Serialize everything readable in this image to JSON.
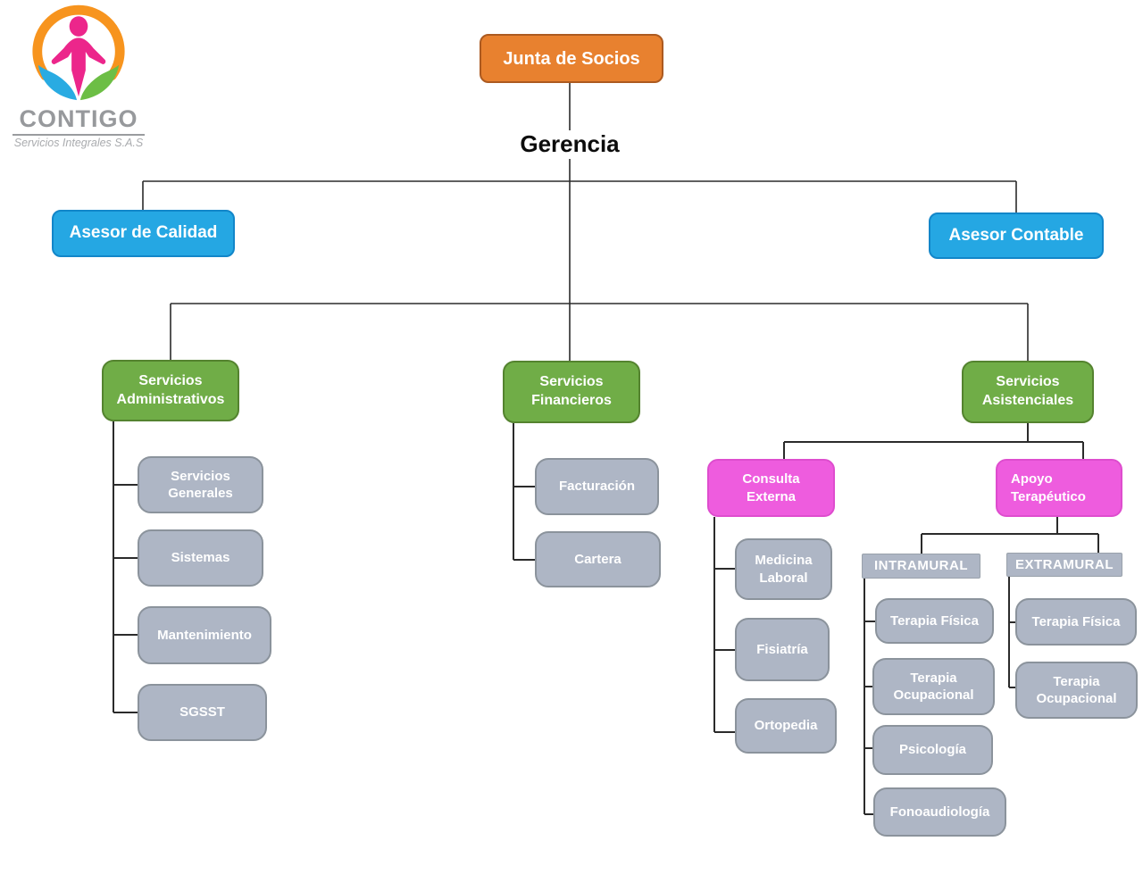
{
  "logo": {
    "name": "CONTIGO",
    "tagline": "Servicios Integrales S.A.S",
    "icon": "person-in-hands-logo",
    "colors": {
      "arc": "#F7941E",
      "person": "#EC268B",
      "hand_left": "#29ABE2",
      "hand_right": "#6CBE45",
      "name_text": "#97999C",
      "tagline_text": "#A9ABAE"
    }
  },
  "palette": {
    "orange_fill": "#E8812F",
    "orange_border": "#AC5A20",
    "blue_fill": "#25A7E3",
    "blue_border": "#1286C9",
    "green_fill": "#70AD47",
    "green_border": "#54832F",
    "gray_fill": "#AEB6C5",
    "gray_border": "#8B939C",
    "pink_fill": "#EE5CDE",
    "pink_border": "#DE4DCE",
    "connector_line": "#2B2B2B",
    "box_text": "#FFFFFF",
    "gerencia_text": "#0C0C0C"
  },
  "nodes": {
    "junta": "Junta de Socios",
    "gerencia": "Gerencia",
    "asesor_calidad": "Asesor de Calidad",
    "asesor_contable": "Asesor Contable",
    "serv_admin": "Servicios Administrativos",
    "serv_fin": "Servicios Financieros",
    "serv_asis": "Servicios Asistenciales",
    "serv_generales": "Servicios Generales",
    "sistemas": "Sistemas",
    "mantenimiento": "Mantenimiento",
    "sgsst": "SGSST",
    "facturacion": "Facturación",
    "cartera": "Cartera",
    "consulta_externa": "Consulta Externa",
    "apoyo_terapeutico": "Apoyo Terapéutico",
    "medicina_laboral": "Medicina Laboral",
    "fisiatria": "Fisiatría",
    "ortopedia": "Ortopedia",
    "intramural": "INTRAMURAL",
    "extramural": "EXTRAMURAL",
    "terapia_fisica_intra": "Terapia Física",
    "terapia_ocupacional_intra": "Terapia Ocupacional",
    "psicologia": "Psicología",
    "fonoaudiologia": "Fonoaudiología",
    "terapia_fisica_extra": "Terapia Física",
    "terapia_ocupacional_extra": "Terapia Ocupacional"
  },
  "structure": {
    "root": "Junta de Socios",
    "children": [
      {
        "name": "Gerencia",
        "advisors": [
          "Asesor de Calidad",
          "Asesor Contable"
        ],
        "children": [
          {
            "name": "Servicios Administrativos",
            "children": [
              "Servicios Generales",
              "Sistemas",
              "Mantenimiento",
              "SGSST"
            ]
          },
          {
            "name": "Servicios Financieros",
            "children": [
              "Facturación",
              "Cartera"
            ]
          },
          {
            "name": "Servicios Asistenciales",
            "children": [
              {
                "name": "Consulta Externa",
                "children": [
                  "Medicina Laboral",
                  "Fisiatría",
                  "Ortopedia"
                ]
              },
              {
                "name": "Apoyo Terapéutico",
                "children": [
                  {
                    "name": "INTRAMURAL",
                    "children": [
                      "Terapia Física",
                      "Terapia Ocupacional",
                      "Psicología",
                      "Fonoaudiología"
                    ]
                  },
                  {
                    "name": "EXTRAMURAL",
                    "children": [
                      "Terapia Física",
                      "Terapia Ocupacional"
                    ]
                  }
                ]
              }
            ]
          }
        ]
      }
    ]
  }
}
